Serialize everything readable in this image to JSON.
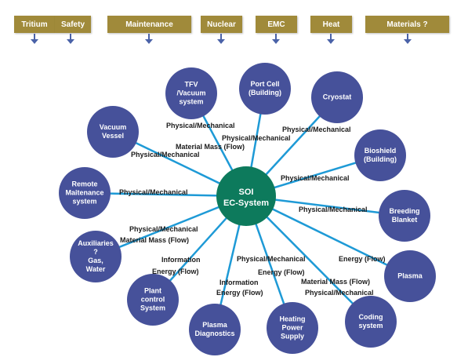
{
  "tabs": [
    {
      "id": "tritium",
      "label": "Tritium"
    },
    {
      "id": "safety",
      "label": "Safety"
    },
    {
      "id": "maintenance",
      "label": "Maintenance"
    },
    {
      "id": "nuclear",
      "label": "Nuclear"
    },
    {
      "id": "emc",
      "label": "EMC"
    },
    {
      "id": "heat",
      "label": "Heat"
    },
    {
      "id": "materials",
      "label": "Materials ?"
    }
  ],
  "center": {
    "line1": "SOI",
    "line2": "EC-System",
    "color": "#0d7a5c"
  },
  "colors": {
    "node": "#46519a",
    "edge": "#1e9ad6",
    "tab": "#a08a3a",
    "arrow": "#4a62a8"
  },
  "nodes": [
    {
      "id": "tfv",
      "lines": [
        "TFV",
        "/Vacuum",
        "system"
      ]
    },
    {
      "id": "port-cell",
      "lines": [
        "Port Cell",
        "(Building)"
      ]
    },
    {
      "id": "cryostat",
      "lines": [
        "Cryostat"
      ]
    },
    {
      "id": "bioshield",
      "lines": [
        "Bioshield",
        "(Building)"
      ]
    },
    {
      "id": "breeding-blanket",
      "lines": [
        "Breeding",
        "Blanket"
      ]
    },
    {
      "id": "plasma",
      "lines": [
        "Plasma"
      ]
    },
    {
      "id": "coding-system",
      "lines": [
        "Coding",
        "system"
      ]
    },
    {
      "id": "heating-power-supply",
      "lines": [
        "Heating",
        "Power",
        "Supply"
      ]
    },
    {
      "id": "plasma-diagnostics",
      "lines": [
        "Plasma",
        "Diagnostics"
      ]
    },
    {
      "id": "plant-control",
      "lines": [
        "Plant",
        "control",
        "System"
      ]
    },
    {
      "id": "auxiliaries",
      "lines": [
        "Auxiliaries",
        "?",
        "Gas,",
        "Water"
      ]
    },
    {
      "id": "remote-maintenance",
      "lines": [
        "Remote",
        "Maitenance",
        "system"
      ]
    },
    {
      "id": "vacuum-vessel",
      "lines": [
        "Vacuum",
        "Vessel"
      ]
    }
  ],
  "edge_labels": [
    {
      "id": "tfv-1",
      "text": "Physical/Mechanical"
    },
    {
      "id": "port-1",
      "text": "Physical/Mechanical"
    },
    {
      "id": "cryo-1",
      "text": "Physical/Mechanical"
    },
    {
      "id": "tfv-2",
      "text": "Material Mass (Flow)"
    },
    {
      "id": "vv-1",
      "text": "Physical/Mechanical"
    },
    {
      "id": "bio-1",
      "text": "Physical/Mechanical"
    },
    {
      "id": "rm-1",
      "text": "Physical/Mechanical"
    },
    {
      "id": "bb-1",
      "text": "Physical/Mechanical"
    },
    {
      "id": "aux-1",
      "text": "Physical/Mechanical"
    },
    {
      "id": "aux-2",
      "text": "Material Mass (Flow)"
    },
    {
      "id": "pc-1",
      "text": "Information"
    },
    {
      "id": "pc-2",
      "text": "Energy (Flow)"
    },
    {
      "id": "plasma-1",
      "text": "Energy (Flow)"
    },
    {
      "id": "hps-1",
      "text": "Physical/Mechanical"
    },
    {
      "id": "hps-2",
      "text": "Energy (Flow)"
    },
    {
      "id": "pd-1",
      "text": "Information"
    },
    {
      "id": "pd-2",
      "text": "Energy (Flow)"
    },
    {
      "id": "cs-1",
      "text": "Material Mass (Flow)"
    },
    {
      "id": "cs-2",
      "text": "Physical/Mechanical"
    }
  ]
}
